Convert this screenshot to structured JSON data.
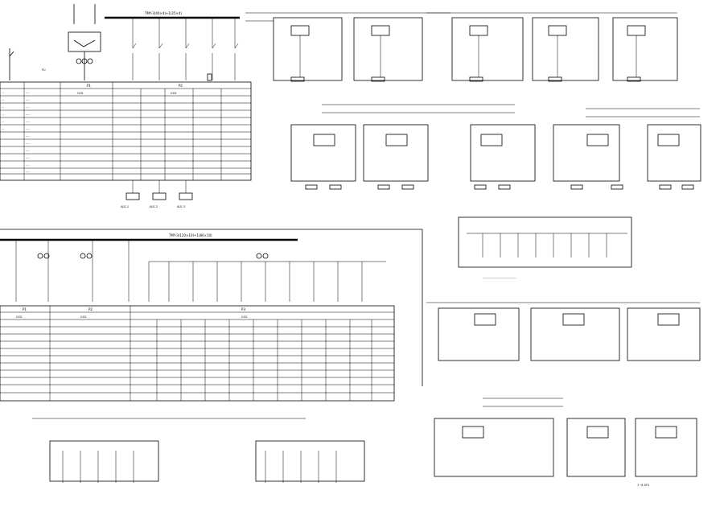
{
  "sheet": {
    "top_bus_label": "TMY-3(40×4)+1(25×4)",
    "mid_bus_label": "TMY-3(120×10)+1(80×10)",
    "top_table_headers": [
      "P1",
      "P2"
    ],
    "mid_table_headers": [
      "P1",
      "P2",
      "P3"
    ],
    "cabinet_model": "GCK",
    "panel_labels": [
      "ALE-1",
      "ALE-2",
      "ALE-3"
    ],
    "footnote": "1~8 ATS"
  }
}
